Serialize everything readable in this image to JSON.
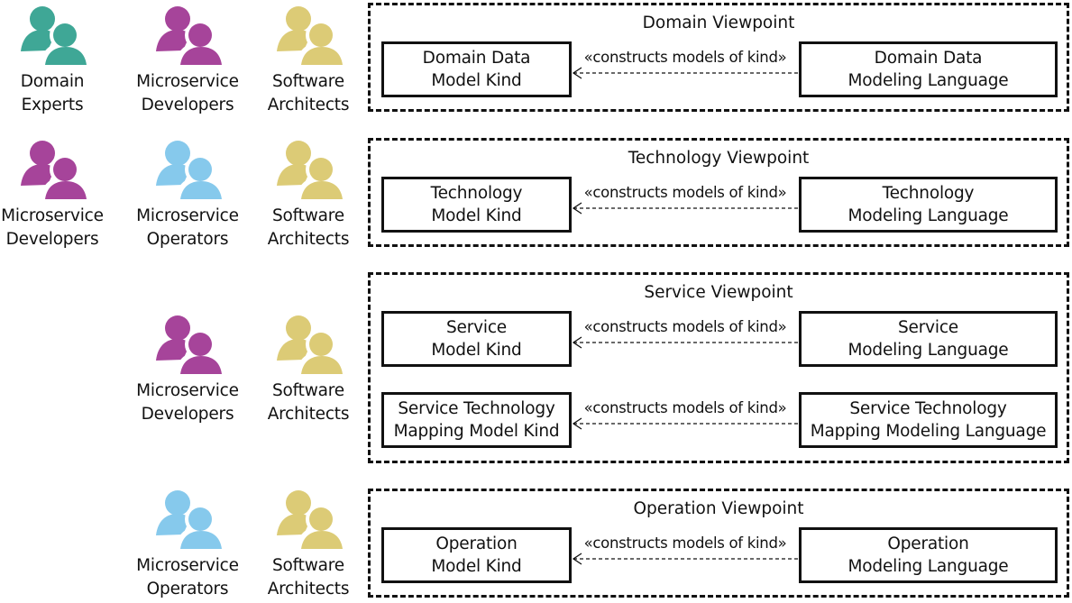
{
  "colors": {
    "domain_experts": "#3fa796",
    "developers": "#a6449a",
    "operators": "#86c9ec",
    "architects": "#dccb76",
    "line": "#111111"
  },
  "relation_label": "«constructs models of kind»",
  "rows": [
    {
      "stakeholders": [
        {
          "role": "domain_experts",
          "line1": "Domain",
          "line2": "Experts",
          "icon": "users-icon"
        },
        {
          "role": "developers",
          "line1": "Microservice",
          "line2": "Developers",
          "icon": "users-icon"
        },
        {
          "role": "architects",
          "line1": "Software",
          "line2": "Architects",
          "icon": "users-icon"
        }
      ],
      "viewpoint": {
        "title": "Domain Viewpoint",
        "pairs": [
          {
            "model_kind": [
              "Domain Data",
              "Model Kind"
            ],
            "language": [
              "Domain Data",
              "Modeling Language"
            ],
            "relation": "«constructs models of kind»"
          }
        ]
      }
    },
    {
      "stakeholders": [
        {
          "role": "developers",
          "line1": "Microservice",
          "line2": "Developers",
          "icon": "users-icon"
        },
        {
          "role": "operators",
          "line1": "Microservice",
          "line2": "Operators",
          "icon": "users-icon"
        },
        {
          "role": "architects",
          "line1": "Software",
          "line2": "Architects",
          "icon": "users-icon"
        }
      ],
      "viewpoint": {
        "title": "Technology Viewpoint",
        "pairs": [
          {
            "model_kind": [
              "Technology",
              "Model Kind"
            ],
            "language": [
              "Technology",
              "Modeling Language"
            ],
            "relation": "«constructs models of kind»"
          }
        ]
      }
    },
    {
      "stakeholders": [
        {
          "role": "developers",
          "line1": "Microservice",
          "line2": "Developers",
          "icon": "users-icon"
        },
        {
          "role": "architects",
          "line1": "Software",
          "line2": "Architects",
          "icon": "users-icon"
        }
      ],
      "viewpoint": {
        "title": "Service Viewpoint",
        "pairs": [
          {
            "model_kind": [
              "Service",
              "Model Kind"
            ],
            "language": [
              "Service",
              "Modeling Language"
            ],
            "relation": "«constructs models of kind»"
          },
          {
            "model_kind": [
              "Service Technology",
              "Mapping Model Kind"
            ],
            "language": [
              "Service Technology",
              "Mapping Modeling Language"
            ],
            "relation": "«constructs models of kind»"
          }
        ]
      }
    },
    {
      "stakeholders": [
        {
          "role": "operators",
          "line1": "Microservice",
          "line2": "Operators",
          "icon": "users-icon"
        },
        {
          "role": "architects",
          "line1": "Software",
          "line2": "Architects",
          "icon": "users-icon"
        }
      ],
      "viewpoint": {
        "title": "Operation Viewpoint",
        "pairs": [
          {
            "model_kind": [
              "Operation",
              "Model Kind"
            ],
            "language": [
              "Operation",
              "Modeling Language"
            ],
            "relation": "«constructs models of kind»"
          }
        ]
      }
    }
  ]
}
